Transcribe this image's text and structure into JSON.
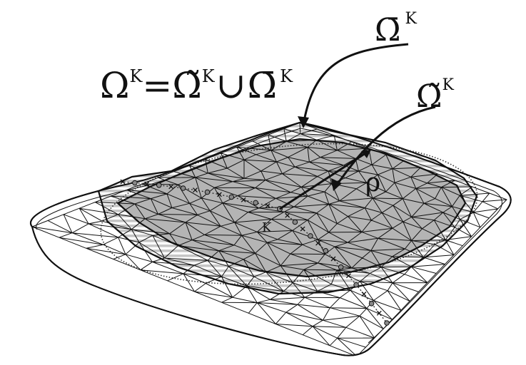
{
  "figure": {
    "formula": {
      "lhs": "Ω",
      "lhs_sup": "K",
      "eq": "=",
      "term1": "Ω̃",
      "term1_sup": "K",
      "union": "∪",
      "term2": "Ω̄",
      "term2_sup": "K"
    },
    "label_omega_bar": {
      "symbol": "Ω̄",
      "sup": "K"
    },
    "label_omega_tilde": {
      "symbol": "Ω̃",
      "sup": "K"
    },
    "label_rho": "ρ",
    "label_center": "K",
    "colors": {
      "line": "#111111",
      "inner_region": "#b4b4b4",
      "annulus_hatch": "#c8c8c8",
      "background": "#ffffff"
    }
  }
}
